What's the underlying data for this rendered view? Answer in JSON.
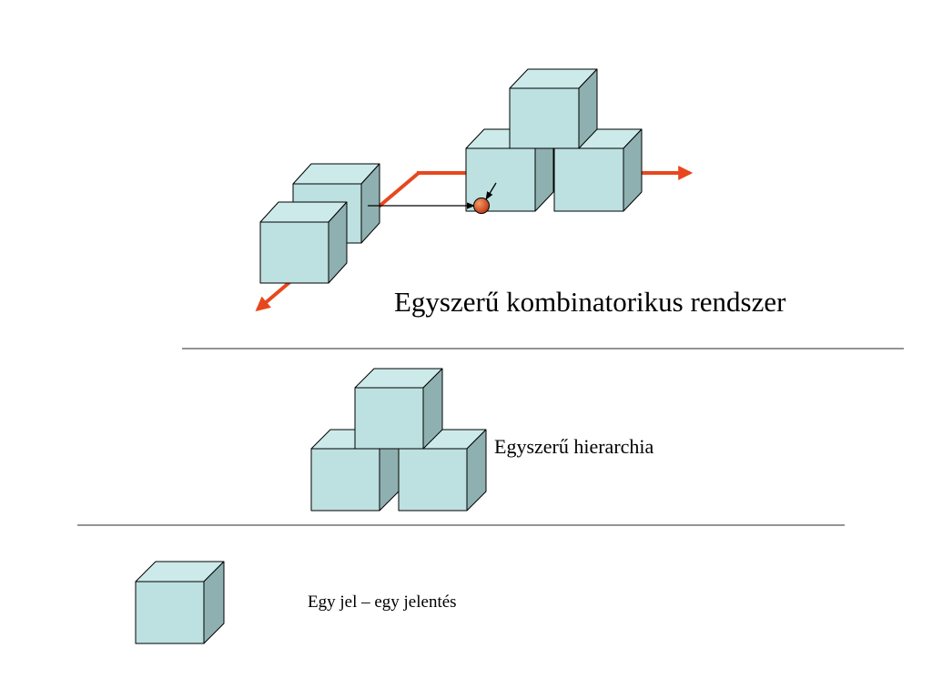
{
  "labels": {
    "combinatorial_system": "Egyszerű kombinatorikus rendszer",
    "simple_hierarchy": "Egyszerű hierarchia",
    "one_sign_one_meaning": "Egy jel – egy jelentés"
  },
  "colors": {
    "cube_front": "#bde0e0",
    "cube_top": "#cdeaea",
    "cube_side": "#8fb0b0",
    "cube_stroke": "#000000",
    "path_arrow": "#e8471e",
    "divider": "#555555",
    "node": "#d24a1a",
    "connector": "#000000"
  }
}
